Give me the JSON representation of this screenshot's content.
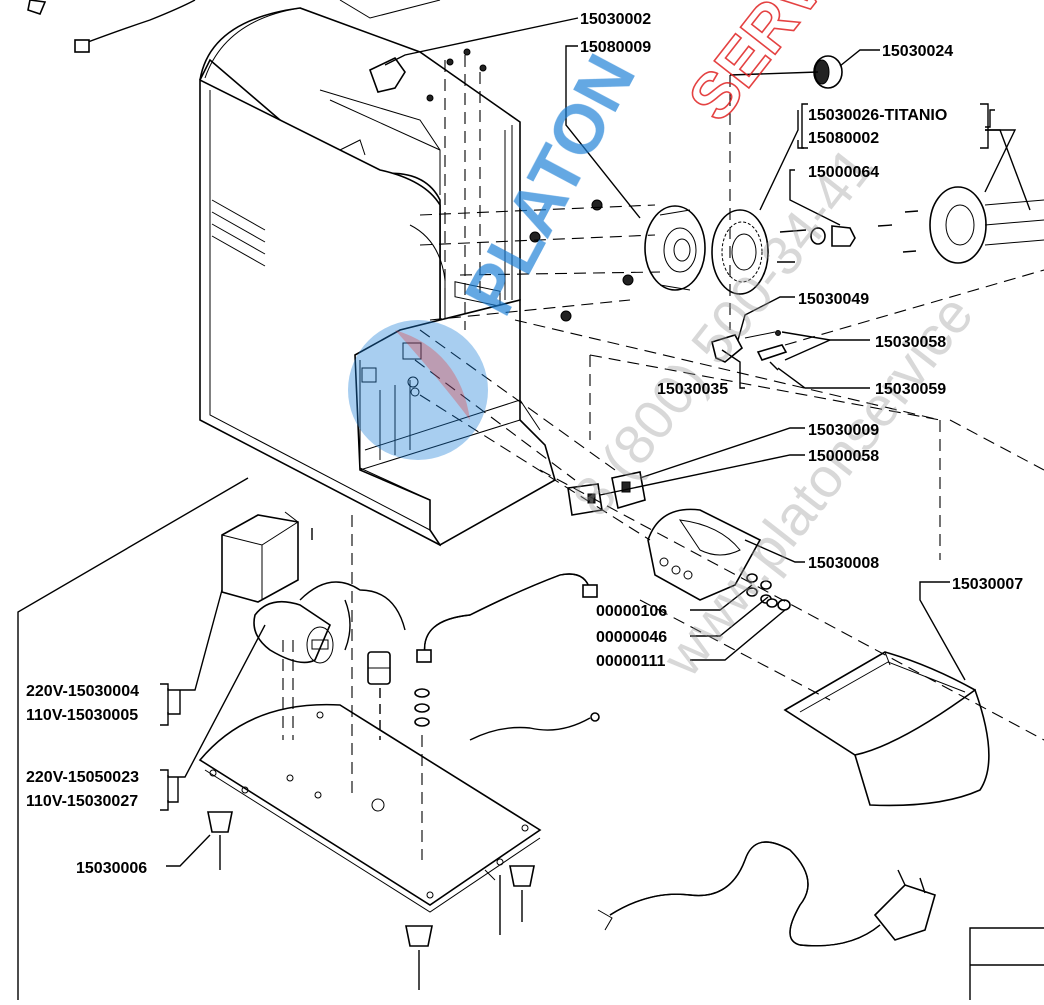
{
  "labels": {
    "p15030002": "15030002",
    "p15080009": "15080009",
    "p15030024": "15030024",
    "p15030026": "15030026-TITANIO",
    "p15080002": "15080002",
    "p15000064": "15000064",
    "p15030049": "15030049",
    "p15030058": "15030058",
    "p15030035": "15030035",
    "p15030059": "15030059",
    "p15030009": "15030009",
    "p15000058": "15000058",
    "p15030008": "15030008",
    "p15030007": "15030007",
    "p00000106": "00000106",
    "p00000046": "00000046",
    "p00000111": "00000111",
    "p220v_a": "220V-15030004",
    "p110v_a": "110V-15030005",
    "p220v_b": "220V-15050023",
    "p110v_b": "110V-15030027",
    "p15030006": "15030006"
  },
  "watermark": {
    "brand": "PLATON",
    "brand2": "SERVICE",
    "phone": "8 (800) 500-34-41",
    "site": "www.platonservice",
    "colors": {
      "blue": "#1b7fd6",
      "red": "#e02020",
      "gray": "#9a9a9a"
    }
  }
}
